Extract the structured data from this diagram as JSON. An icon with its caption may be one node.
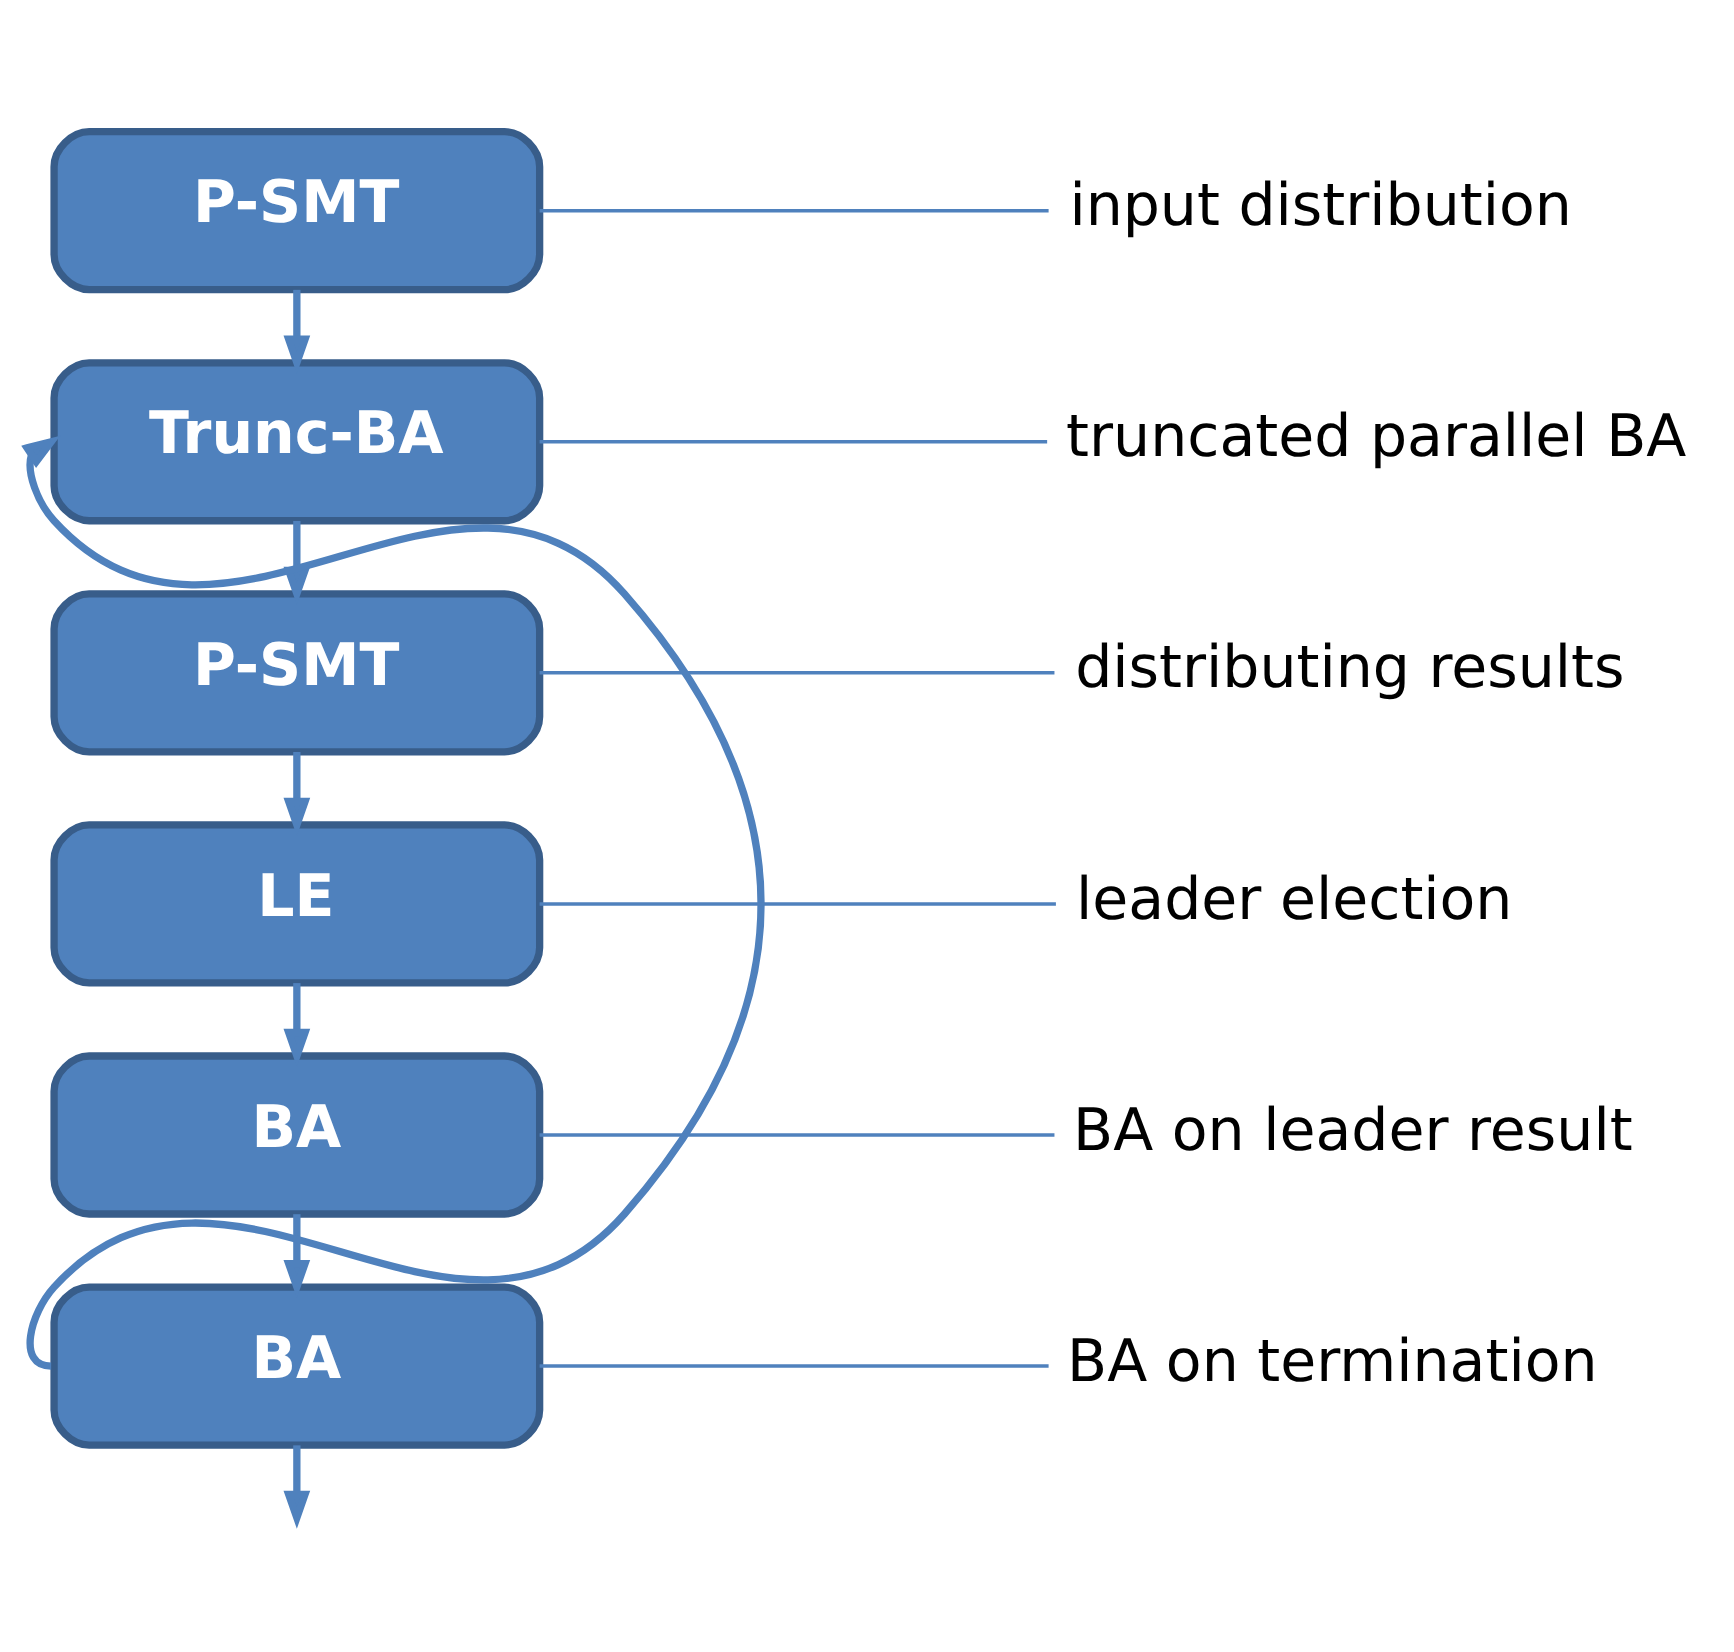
{
  "diagram": {
    "nodes": [
      {
        "text": [
          "P-SMT"
        ]
      },
      {
        "text": [
          "Trunc-BA"
        ]
      },
      {
        "text": [
          "P-SMT"
        ]
      },
      {
        "text": [
          "LE"
        ]
      },
      {
        "text": [
          "BA"
        ]
      },
      {
        "text": [
          "BA"
        ]
      },
      {
        "text": [
          "input distribution"
        ]
      },
      {
        "text": [
          "truncated parallel BA"
        ]
      },
      {
        "text": [
          "distributing results"
        ]
      },
      {
        "text": [
          "leader election"
        ]
      },
      {
        "text": [
          "BA on leader result"
        ]
      },
      {
        "text": [
          "BA on termination"
        ]
      }
    ],
    "edges": [
      {
        "from": 0,
        "to": 1,
        "arrow": "to"
      },
      {
        "from": 1,
        "to": 2,
        "arrow": "to"
      },
      {
        "from": 2,
        "to": 3,
        "arrow": "to"
      },
      {
        "from": 3,
        "to": 4,
        "arrow": "to"
      },
      {
        "from": 4,
        "to": 5,
        "arrow": "to"
      },
      {
        "from": 5,
        "to": 1,
        "arrow": "to"
      },
      {
        "from": 5,
        "to": null,
        "arrow": "to"
      },
      {
        "from": 6,
        "to": 0,
        "arrow": "none"
      },
      {
        "from": 7,
        "to": 1,
        "arrow": "none"
      },
      {
        "from": 8,
        "to": 2,
        "arrow": "none"
      },
      {
        "from": 9,
        "to": 3,
        "arrow": "none"
      },
      {
        "from": 10,
        "to": 4,
        "arrow": "none"
      },
      {
        "from": 11,
        "to": 5,
        "arrow": "none"
      }
    ]
  }
}
